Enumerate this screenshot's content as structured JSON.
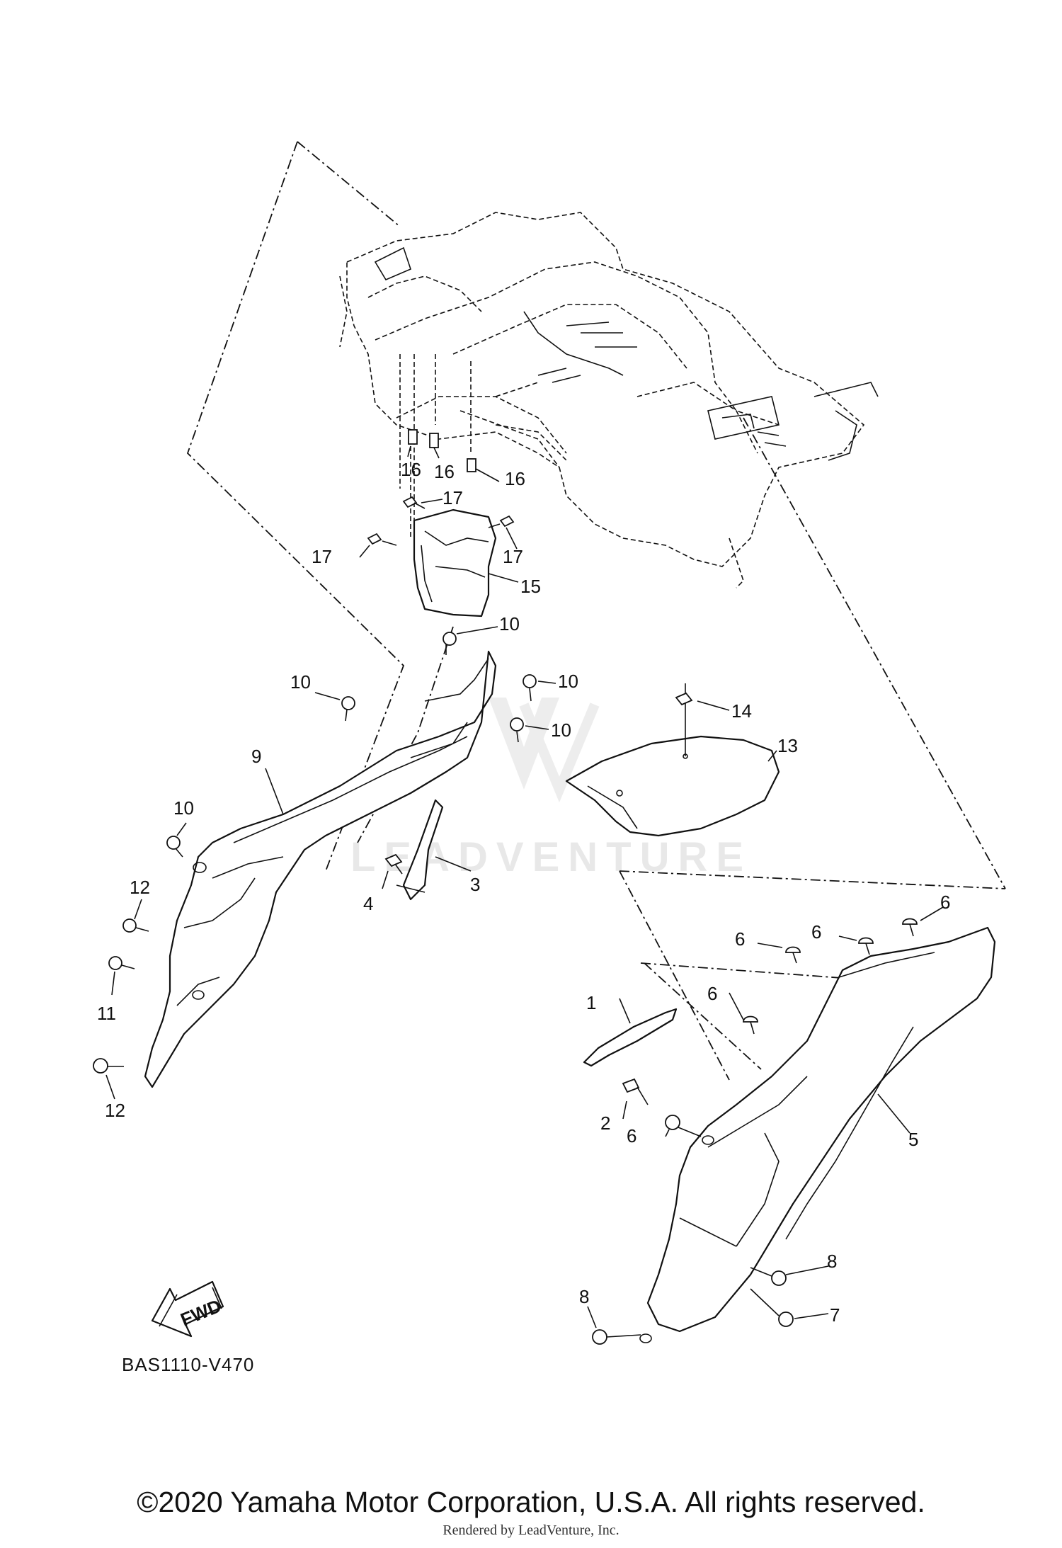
{
  "diagram_code": "BAS1110-V470",
  "fwd_label": "FWD",
  "watermark": "LEADVENTURE",
  "copyright": "©2020 Yamaha Motor Corporation, U.S.A. All rights reserved.",
  "rendered_by": "Rendered by LeadVenture, Inc.",
  "callouts": {
    "c1": "1",
    "c2": "2",
    "c3": "3",
    "c4": "4",
    "c5": "5",
    "c6a": "6",
    "c6b": "6",
    "c6c": "6",
    "c6d": "6",
    "c6e": "6",
    "c7": "7",
    "c8a": "8",
    "c8b": "8",
    "c9": "9",
    "c10a": "10",
    "c10b": "10",
    "c10c": "10",
    "c10d": "10",
    "c10e": "10",
    "c11": "11",
    "c12a": "12",
    "c12b": "12",
    "c13": "13",
    "c14": "14",
    "c15": "15",
    "c16a": "16",
    "c16b": "16",
    "c16c": "16",
    "c17a": "17",
    "c17b": "17",
    "c17c": "17"
  }
}
